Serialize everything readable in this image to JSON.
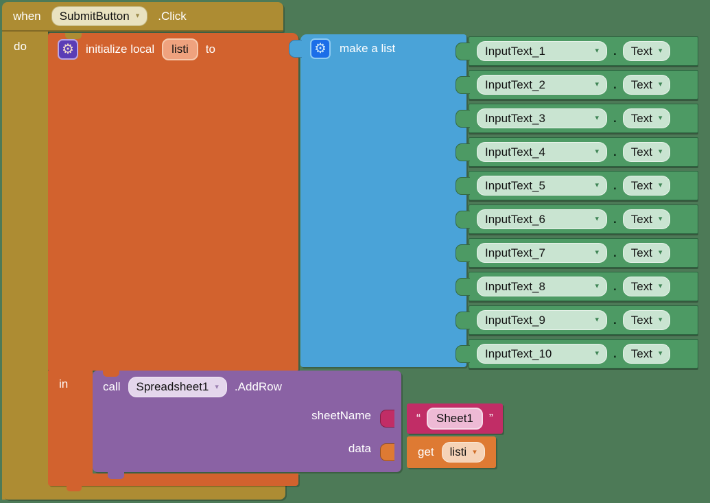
{
  "canvas": {
    "background": "#4d7a57"
  },
  "glyphs": {
    "gear": "⚙",
    "dropdown_arrow": "▾"
  },
  "colors": {
    "event_block": "#ad8c33",
    "control_block": "#d2622e",
    "list_block": "#4aa3d8",
    "component_block": "#4d9a64",
    "procedure_block": "#8a62a4",
    "text_block": "#c12d66",
    "variable_block": "#de7a33"
  },
  "when_block": {
    "keyword": "when",
    "component_dropdown": "SubmitButton",
    "event": ".Click",
    "do_label": "do"
  },
  "init_local_block": {
    "label": "initialize local",
    "variable": "listi",
    "to_label": "to",
    "in_label": "in"
  },
  "make_list_block": {
    "label": "make a list",
    "items": [
      {
        "component": "InputText_1",
        "separator": ".",
        "property": "Text"
      },
      {
        "component": "InputText_2",
        "separator": ".",
        "property": "Text"
      },
      {
        "component": "InputText_3",
        "separator": ".",
        "property": "Text"
      },
      {
        "component": "InputText_4",
        "separator": ".",
        "property": "Text"
      },
      {
        "component": "InputText_5",
        "separator": ".",
        "property": "Text"
      },
      {
        "component": "InputText_6",
        "separator": ".",
        "property": "Text"
      },
      {
        "component": "InputText_7",
        "separator": ".",
        "property": "Text"
      },
      {
        "component": "InputText_8",
        "separator": ".",
        "property": "Text"
      },
      {
        "component": "InputText_9",
        "separator": ".",
        "property": "Text"
      },
      {
        "component": "InputText_10",
        "separator": ".",
        "property": "Text"
      }
    ]
  },
  "call_block": {
    "keyword": "call",
    "component_dropdown": "Spreadsheet1",
    "method": ".AddRow",
    "param_sheetname": "sheetName",
    "param_data": "data"
  },
  "text_block": {
    "open_quote": "“",
    "value": "Sheet1",
    "close_quote": "”"
  },
  "get_block": {
    "keyword": "get",
    "variable": "listi"
  }
}
